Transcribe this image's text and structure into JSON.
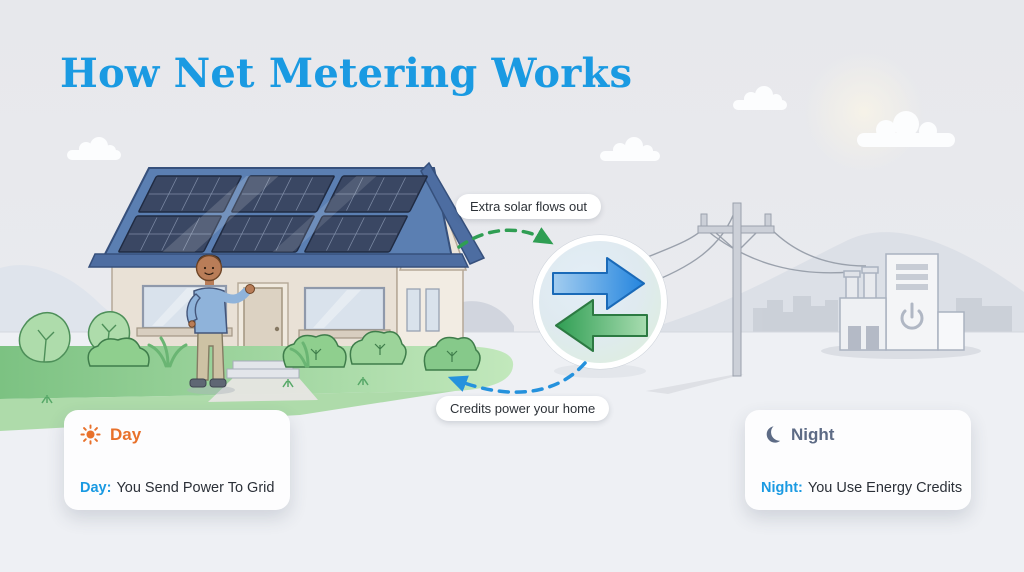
{
  "title": "How Net Metering Works",
  "callouts": {
    "flow_out": "Extra solar flows out",
    "credits_home": "Credits power your home"
  },
  "cards": {
    "day": {
      "icon": "sun-icon",
      "header": "Day",
      "label": "Day:",
      "text": "You Send Power To Grid"
    },
    "night": {
      "icon": "moon-icon",
      "header": "Night",
      "label": "Night:",
      "text": "You Use Energy Credits"
    }
  },
  "icons": {
    "exchange": "bidirectional-arrows-icon",
    "day_card": "sun-icon",
    "night_card": "moon-icon"
  },
  "colors": {
    "title_blue": "#1a9ae2",
    "day_orange": "#e8712b",
    "night_slate": "#5d6b85",
    "arrow_blue": "#2b8ce0",
    "arrow_green": "#37a356",
    "roof_blue": "#5b7fb2",
    "grass_green": "#8fcd90",
    "sky_gray": "#e8e9ed"
  }
}
